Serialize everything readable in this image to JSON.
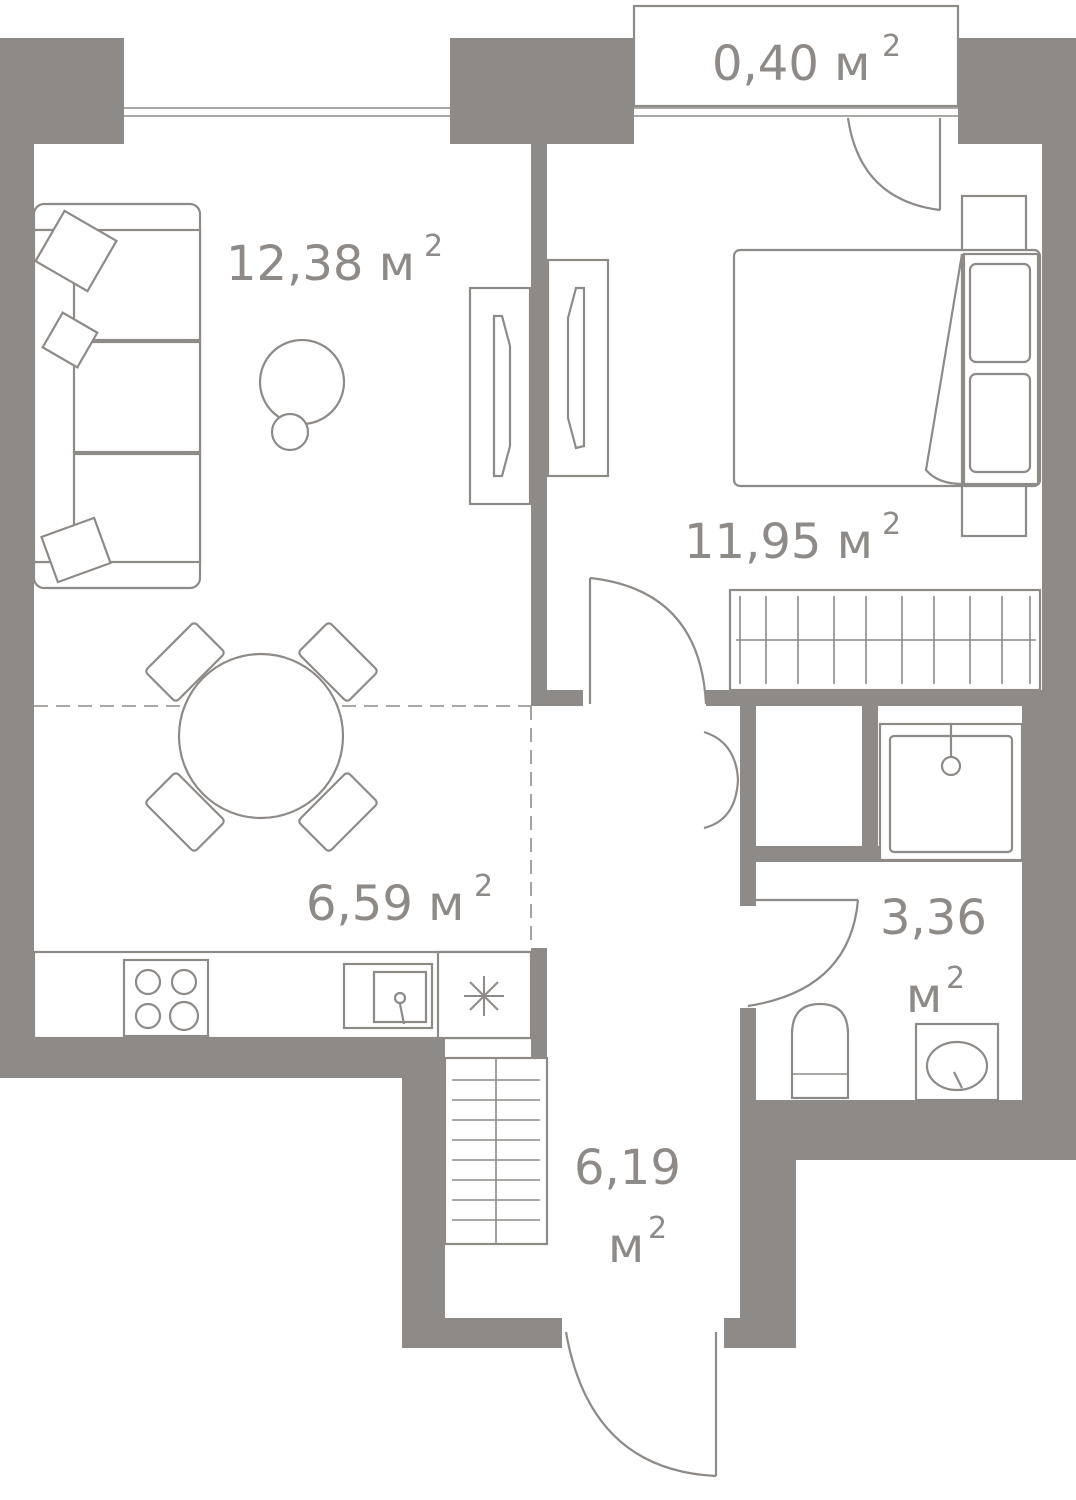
{
  "colors": {
    "wall": "#8e8a87",
    "background": "#ffffff",
    "text": "#8e8a87"
  },
  "unit": "м",
  "unit_power": "2",
  "rooms": {
    "balcony": {
      "area": "0,40"
    },
    "living": {
      "area": "12,38"
    },
    "bedroom": {
      "area": "11,95"
    },
    "kitchen": {
      "area": "6,59"
    },
    "bathroom": {
      "area": "3,36"
    },
    "hall": {
      "area": "6,19"
    }
  },
  "icons": [
    "sofa-icon",
    "coffee-table-icon",
    "tv-icon",
    "bed-icon",
    "wardrobe-icon",
    "dining-table-icon",
    "chair-icon",
    "stove-icon",
    "sink-icon",
    "fridge-icon",
    "shower-icon",
    "toilet-icon",
    "washbasin-icon",
    "door-icon"
  ]
}
